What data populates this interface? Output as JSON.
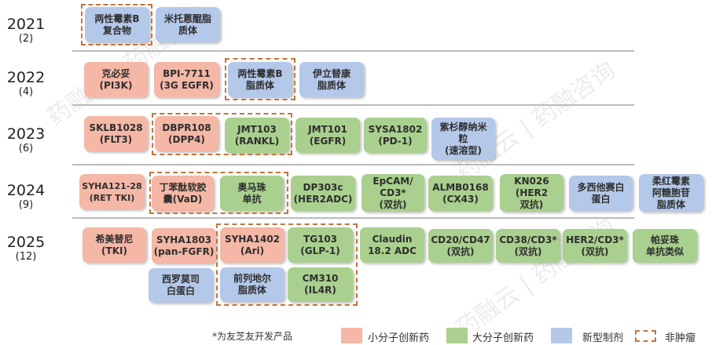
{
  "years": [
    {
      "year": "2021",
      "count": "(2)"
    },
    {
      "year": "2022",
      "count": "(4)"
    },
    {
      "year": "2023",
      "count": "(6)"
    },
    {
      "year": "2024",
      "count": "(9)"
    },
    {
      "year": "2025",
      "count": "(12)"
    }
  ],
  "drugs": {
    "y2021": [
      "两性霉素B\n复合物",
      "米托蒽醌脂\n质体"
    ],
    "y2022": [
      "克必妥\n(PI3K)",
      "BPI-7711\n(3G EGFR)",
      "两性霉素B\n脂质体",
      "伊立替康\n脂质体"
    ],
    "y2023": [
      "SKLB1028\n(FLT3)",
      "DBPR108\n(DPP4)",
      "JMT103\n(RANKL)",
      "JMT101\n(EGFR)",
      "SYSA1802\n(PD-1)",
      "紫杉醇纳米\n粒\n(速溶型)"
    ],
    "y2024": [
      "SYHA121-28\n(RET TKI)",
      "丁苯酞软胶\n囊(VaD)",
      "奥马珠\n单抗",
      "DP303c\n(HER2ADC)",
      "EpCAM/\nCD3*\n(双抗)",
      "ALMB0168\n(CX43)",
      "KN026\n(HER2\n双抗)",
      "多西他赛白\n蛋白",
      "柔红霉素\n阿糖胞苷\n脂质体"
    ],
    "y2025": [
      "希美替尼\n(TKI)",
      "SYHA1803\n(pan-FGFR)",
      "SYHA1402\n(Ari)",
      "TG103\n(GLP-1)",
      "Claudin\n18.2 ADC",
      "CD20/CD47\n(双抗)",
      "CD38/CD3*\n(双抗)",
      "HER2/CD3*\n(双抗)",
      "帕妥珠\n单抗类似",
      "西罗莫司\n白蛋白",
      "前列地尔\n脂质体",
      "CM310\n(IL4R)"
    ]
  },
  "footnote": "*为友芝友开发产品",
  "legend": {
    "small": "小分子创新药",
    "large": "大分子创新药",
    "formulation": "新型制剂",
    "non_tumor": "非肿瘤"
  },
  "watermark": "药融云 | 药融咨询",
  "colors": {
    "small": "#f5b7a6",
    "large": "#a9d08e",
    "formulation": "#b4c8ea",
    "dash": "#c0753c"
  }
}
